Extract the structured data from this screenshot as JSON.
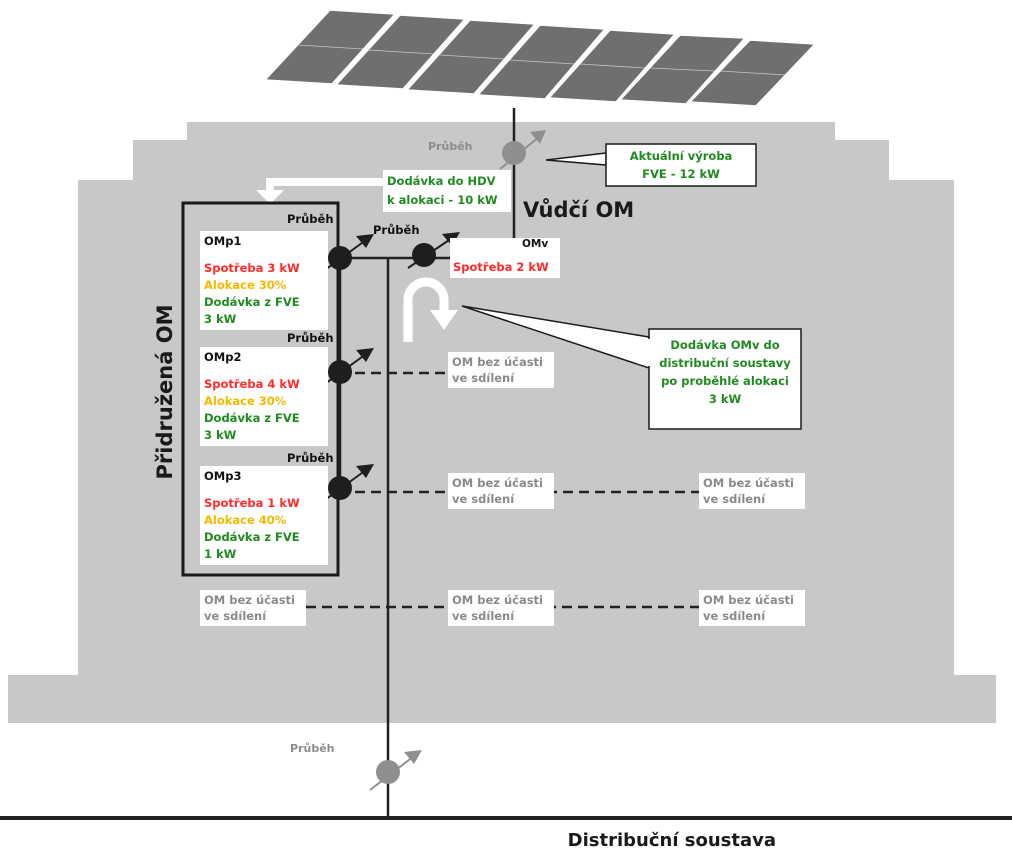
{
  "meter_label": "Průběh",
  "production_callout": [
    "Aktuální výroba",
    "FVE - 12 kW"
  ],
  "hdv_supply": [
    "Dodávka do HDV",
    "k alokaci - 10 kW"
  ],
  "leading_om": {
    "title": "Vůdčí OM",
    "id": "OMv",
    "consumption": "Spotřeba 2 kW"
  },
  "associated_om_title": "Přidružená OM",
  "associated": [
    {
      "id": "OMp1",
      "consumption": "Spotřeba 3 kW",
      "allocation": "Alokace 30%",
      "supply_line1": "Dodávka z FVE",
      "supply_line2": "3 kW"
    },
    {
      "id": "OMp2",
      "consumption": "Spotřeba 4 kW",
      "allocation": "Alokace 30%",
      "supply_line1": "Dodávka z FVE",
      "supply_line2": "3 kW"
    },
    {
      "id": "OMp3",
      "consumption": "Spotřeba 1 kW",
      "allocation": "Alokace 40%",
      "supply_line1": "Dodávka z FVE",
      "supply_line2": "1 kW"
    }
  ],
  "omv_callout": [
    "Dodávka OMv do",
    "distribuční soustavy",
    "po proběhlé alokaci",
    "3 kW"
  ],
  "non_participant": [
    "OM bez účasti",
    "ve sdílení"
  ],
  "grid_label": "Distribuční soustava",
  "colors": {
    "building": "#c8c8c8",
    "consumption": "#ff2a2a",
    "allocation": "#f5b800",
    "supply": "#1f8a1f",
    "meter": "#8f8f8f"
  }
}
